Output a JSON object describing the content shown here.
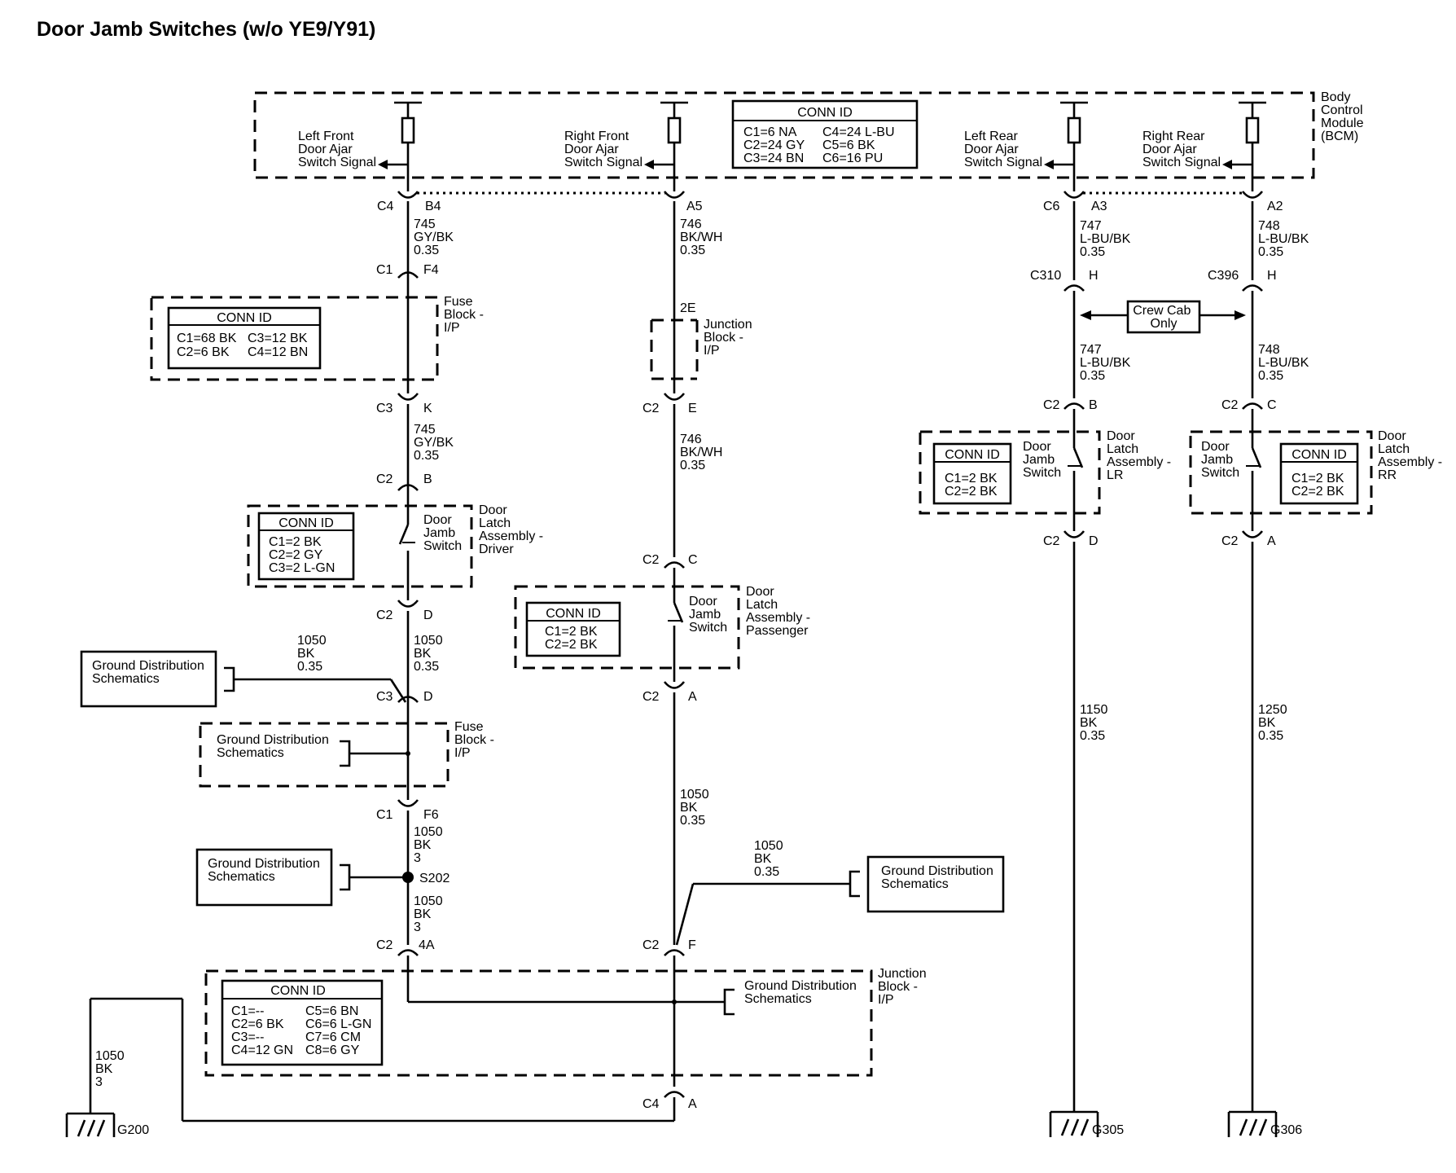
{
  "title": "Door Jamb Switches (w/o YE9/Y91)",
  "bcm": {
    "module": [
      "Body",
      "Control",
      "Module",
      "(BCM)"
    ],
    "signals": {
      "lf": [
        "Left Front",
        "Door Ajar",
        "Switch Signal"
      ],
      "rf": [
        "Right Front",
        "Door Ajar",
        "Switch Signal"
      ],
      "lr": [
        "Left Rear",
        "Door Ajar",
        "Switch Signal"
      ],
      "rr": [
        "Right Rear",
        "Door Ajar",
        "Switch Signal"
      ]
    },
    "conn_id": {
      "header": "CONN ID",
      "rows": [
        [
          "C1=6 NA",
          "C4=24 L-BU"
        ],
        [
          "C2=24 GY",
          "C5=6 BK"
        ],
        [
          "C3=24 BN",
          "C6=16 PU"
        ]
      ]
    }
  },
  "connectors": {
    "c4": "C4",
    "b4": "B4",
    "a5": "A5",
    "c6": "C6",
    "a3": "A3",
    "a2": "A2",
    "c1a": "C1",
    "f4": "F4",
    "e2": "2E",
    "c310": "C310",
    "h1": "H",
    "c396": "C396",
    "h2": "H",
    "c3a": "C3",
    "k": "K",
    "c2a": "C2",
    "e": "E",
    "c2b": "C2",
    "b1": "B",
    "c2c": "C2",
    "b2": "B",
    "c2d": "C2",
    "c1": "C",
    "c2e": "C2",
    "d1": "D",
    "c2f": "C2",
    "c2": "C",
    "c2g": "C2",
    "d2": "D",
    "c2h": "C2",
    "a1": "A",
    "c3b": "C3",
    "d3": "D",
    "c2i": "C2",
    "a4": "A",
    "c1b": "C1",
    "f6": "F6",
    "s202": "S202",
    "c2j": "C2",
    "a4a": "4A",
    "c2k": "C2",
    "f": "F",
    "c4b": "C4",
    "a6": "A"
  },
  "wires": {
    "w745a": [
      "745",
      "GY/BK",
      "0.35"
    ],
    "w746a": [
      "746",
      "BK/WH",
      "0.35"
    ],
    "w747a": [
      "747",
      "L-BU/BK",
      "0.35"
    ],
    "w748a": [
      "748",
      "L-BU/BK",
      "0.35"
    ],
    "w747b": [
      "747",
      "L-BU/BK",
      "0.35"
    ],
    "w748b": [
      "748",
      "L-BU/BK",
      "0.35"
    ],
    "w745b": [
      "745",
      "GY/BK",
      "0.35"
    ],
    "w746b": [
      "746",
      "BK/WH",
      "0.35"
    ],
    "w1050a": [
      "1050",
      "BK",
      "0.35"
    ],
    "w1050b": [
      "1050",
      "BK",
      "0.35"
    ],
    "w1050c": [
      "1050",
      "BK",
      "3"
    ],
    "w1050d": [
      "1050",
      "BK",
      "3"
    ],
    "w1050e": [
      "1050",
      "BK",
      "0.35"
    ],
    "w1050f": [
      "1050",
      "BK",
      "0.35"
    ],
    "w1050g": [
      "1050",
      "BK",
      "3"
    ],
    "w1150": [
      "1150",
      "BK",
      "0.35"
    ],
    "w1250": [
      "1250",
      "BK",
      "0.35"
    ]
  },
  "fuse_block_top": {
    "name": [
      "Fuse",
      "Block -",
      "I/P"
    ],
    "conn_id": {
      "header": "CONN ID",
      "rows": [
        [
          "C1=68 BK",
          "C3=12 BK"
        ],
        [
          "C2=6 BK",
          "C4=12 BN"
        ]
      ]
    }
  },
  "junction_block_mid": {
    "name": [
      "Junction",
      "Block -",
      "I/P"
    ]
  },
  "crew_cab": [
    "Crew Cab",
    "Only"
  ],
  "driver_latch": {
    "switch": [
      "Door",
      "Jamb",
      "Switch"
    ],
    "name": [
      "Door",
      "Latch",
      "Assembly -",
      "Driver"
    ],
    "conn_id": {
      "header": "CONN ID",
      "rows": [
        [
          "C1=2 BK"
        ],
        [
          "C2=2 GY"
        ],
        [
          "C3=2 L-GN"
        ]
      ]
    }
  },
  "passenger_latch": {
    "switch": [
      "Door",
      "Jamb",
      "Switch"
    ],
    "name": [
      "Door",
      "Latch",
      "Assembly -",
      "Passenger"
    ],
    "conn_id": {
      "header": "CONN ID",
      "rows": [
        [
          "C1=2 BK"
        ],
        [
          "C2=2 BK"
        ]
      ]
    }
  },
  "lr_latch": {
    "switch": [
      "Door",
      "Jamb",
      "Switch"
    ],
    "name": [
      "Door",
      "Latch",
      "Assembly -",
      "LR"
    ],
    "conn_id": {
      "header": "CONN ID",
      "rows": [
        [
          "C1=2 BK"
        ],
        [
          "C2=2 BK"
        ]
      ]
    }
  },
  "rr_latch": {
    "switch": [
      "Door",
      "Jamb",
      "Switch"
    ],
    "name": [
      "Door",
      "Latch",
      "Assembly -",
      "RR"
    ],
    "conn_id": {
      "header": "CONN ID",
      "rows": [
        [
          "C1=2 BK"
        ],
        [
          "C2=2 BK"
        ]
      ]
    }
  },
  "fuse_block_bottom": {
    "name": [
      "Fuse",
      "Block -",
      "I/P"
    ]
  },
  "junction_block_bottom": {
    "name": [
      "Junction",
      "Block -",
      "I/P"
    ],
    "conn_id": {
      "header": "CONN ID",
      "rows": [
        [
          "C1=--",
          "C5=6 BN"
        ],
        [
          "C2=6 BK",
          "C6=6 L-GN"
        ],
        [
          "C3=--",
          "C7=6 CM"
        ],
        [
          "C4=12 GN",
          "C8=6 GY"
        ]
      ]
    }
  },
  "ground_refs": {
    "g1": [
      "Ground Distribution",
      "Schematics"
    ],
    "g2": [
      "Ground Distribution",
      "Schematics"
    ],
    "g3": [
      "Ground Distribution",
      "Schematics"
    ],
    "g4": [
      "Ground Distribution",
      "Schematics"
    ],
    "g5": [
      "Ground Distribution",
      "Schematics"
    ]
  },
  "grounds": {
    "g200": "G200",
    "g305": "G305",
    "g306": "G306"
  }
}
